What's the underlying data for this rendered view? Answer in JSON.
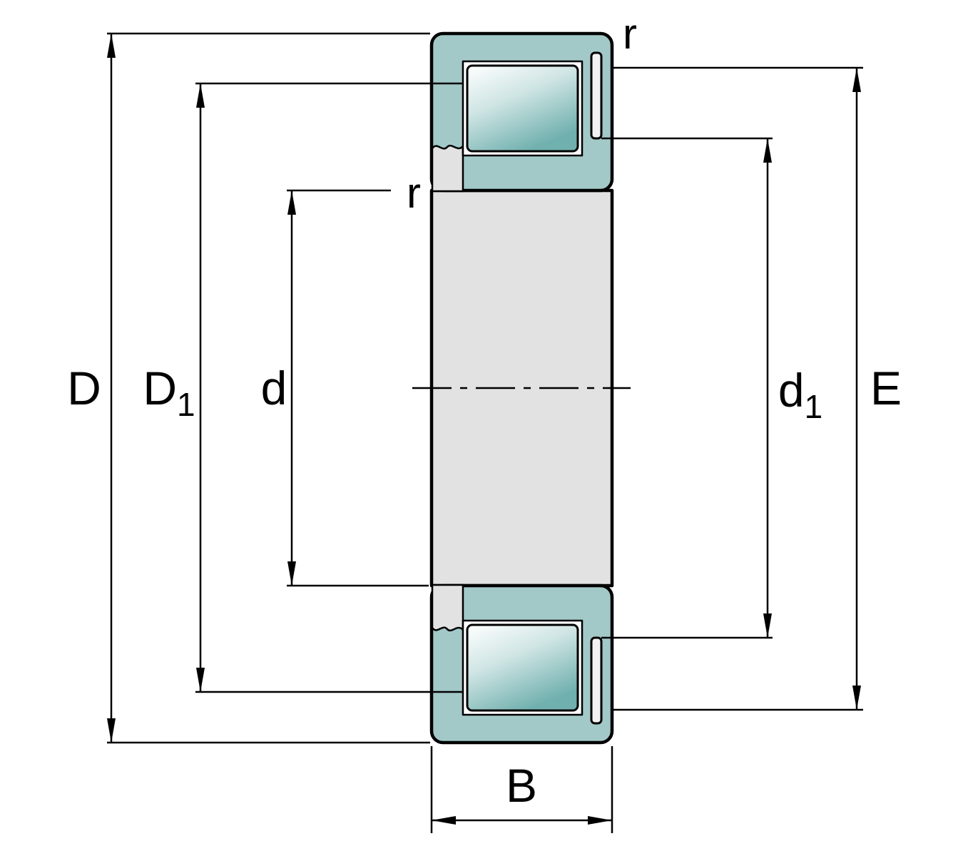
{
  "diagram": {
    "type": "engineering-drawing",
    "subject": "cylindrical-roller-bearing-cross-section",
    "labels": {
      "D": "D",
      "D1_base": "D",
      "D1_sub": "1",
      "d": "d",
      "d1_base": "d",
      "d1_sub": "1",
      "E": "E",
      "B": "B",
      "r_outer": "r",
      "r_inner": "r"
    },
    "colors": {
      "ring_teal": "#a2c9c8",
      "roller_light": "#ffffff",
      "roller_mid": "#cfe5e4",
      "roller_dark": "#70b0ae",
      "body_gray": "#e2e2e2",
      "rib_fill": "#f2f2f2",
      "cavity_white": "#ffffff",
      "line": "#000000",
      "background": "#ffffff"
    }
  }
}
